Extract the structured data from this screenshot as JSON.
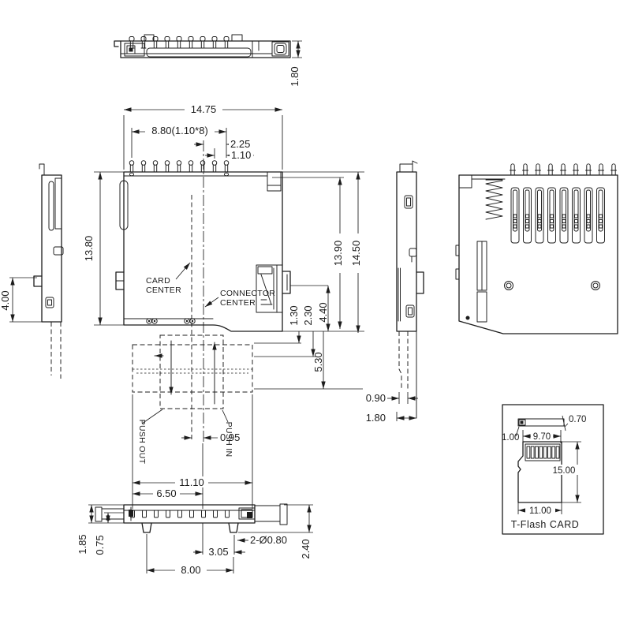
{
  "colors": {
    "line": "#1c1c1c",
    "bg": "#ffffff"
  },
  "front_view": {
    "height": "1.80"
  },
  "plan_view": {
    "overall_width": "14.75",
    "pin_span": "8.80(1.10*8)",
    "center_to_pin": "2.25",
    "pin_pitch": "1.10",
    "body_length": "13.80",
    "depth_to_notch": "13.90",
    "depth_overall": "14.50",
    "card_center_l1": "CARD",
    "card_center_l2": "CENTER",
    "connector_center_l1": "CONNECTOR",
    "connector_center_l2": "CENTER"
  },
  "left_view": {
    "tail_length": "4.00"
  },
  "right_view": {
    "card_offset": "0.90",
    "card_protrusion": "1.80"
  },
  "travel": {
    "push_out": "PUSH OUT",
    "push_in": "PUSH IN",
    "center_offset": "0.95",
    "depth_1": "1.30",
    "depth_2": "2.30",
    "depth_3": "4.40",
    "depth_4": "5.30"
  },
  "bottom_view": {
    "width_outer": "11.10",
    "width_inner": "6.50",
    "height": "1.85",
    "pin_height": "0.75",
    "leg_offset": "3.05",
    "leg_holes": "2-Ø0.80",
    "leg_depth": "2.40",
    "leg_span": "8.00"
  },
  "card_detail": {
    "tip_thickness": "0.70",
    "thickness": "1.00",
    "pad_width": "9.70",
    "length": "15.00",
    "width": "11.00",
    "caption": "T-Flash CARD"
  }
}
